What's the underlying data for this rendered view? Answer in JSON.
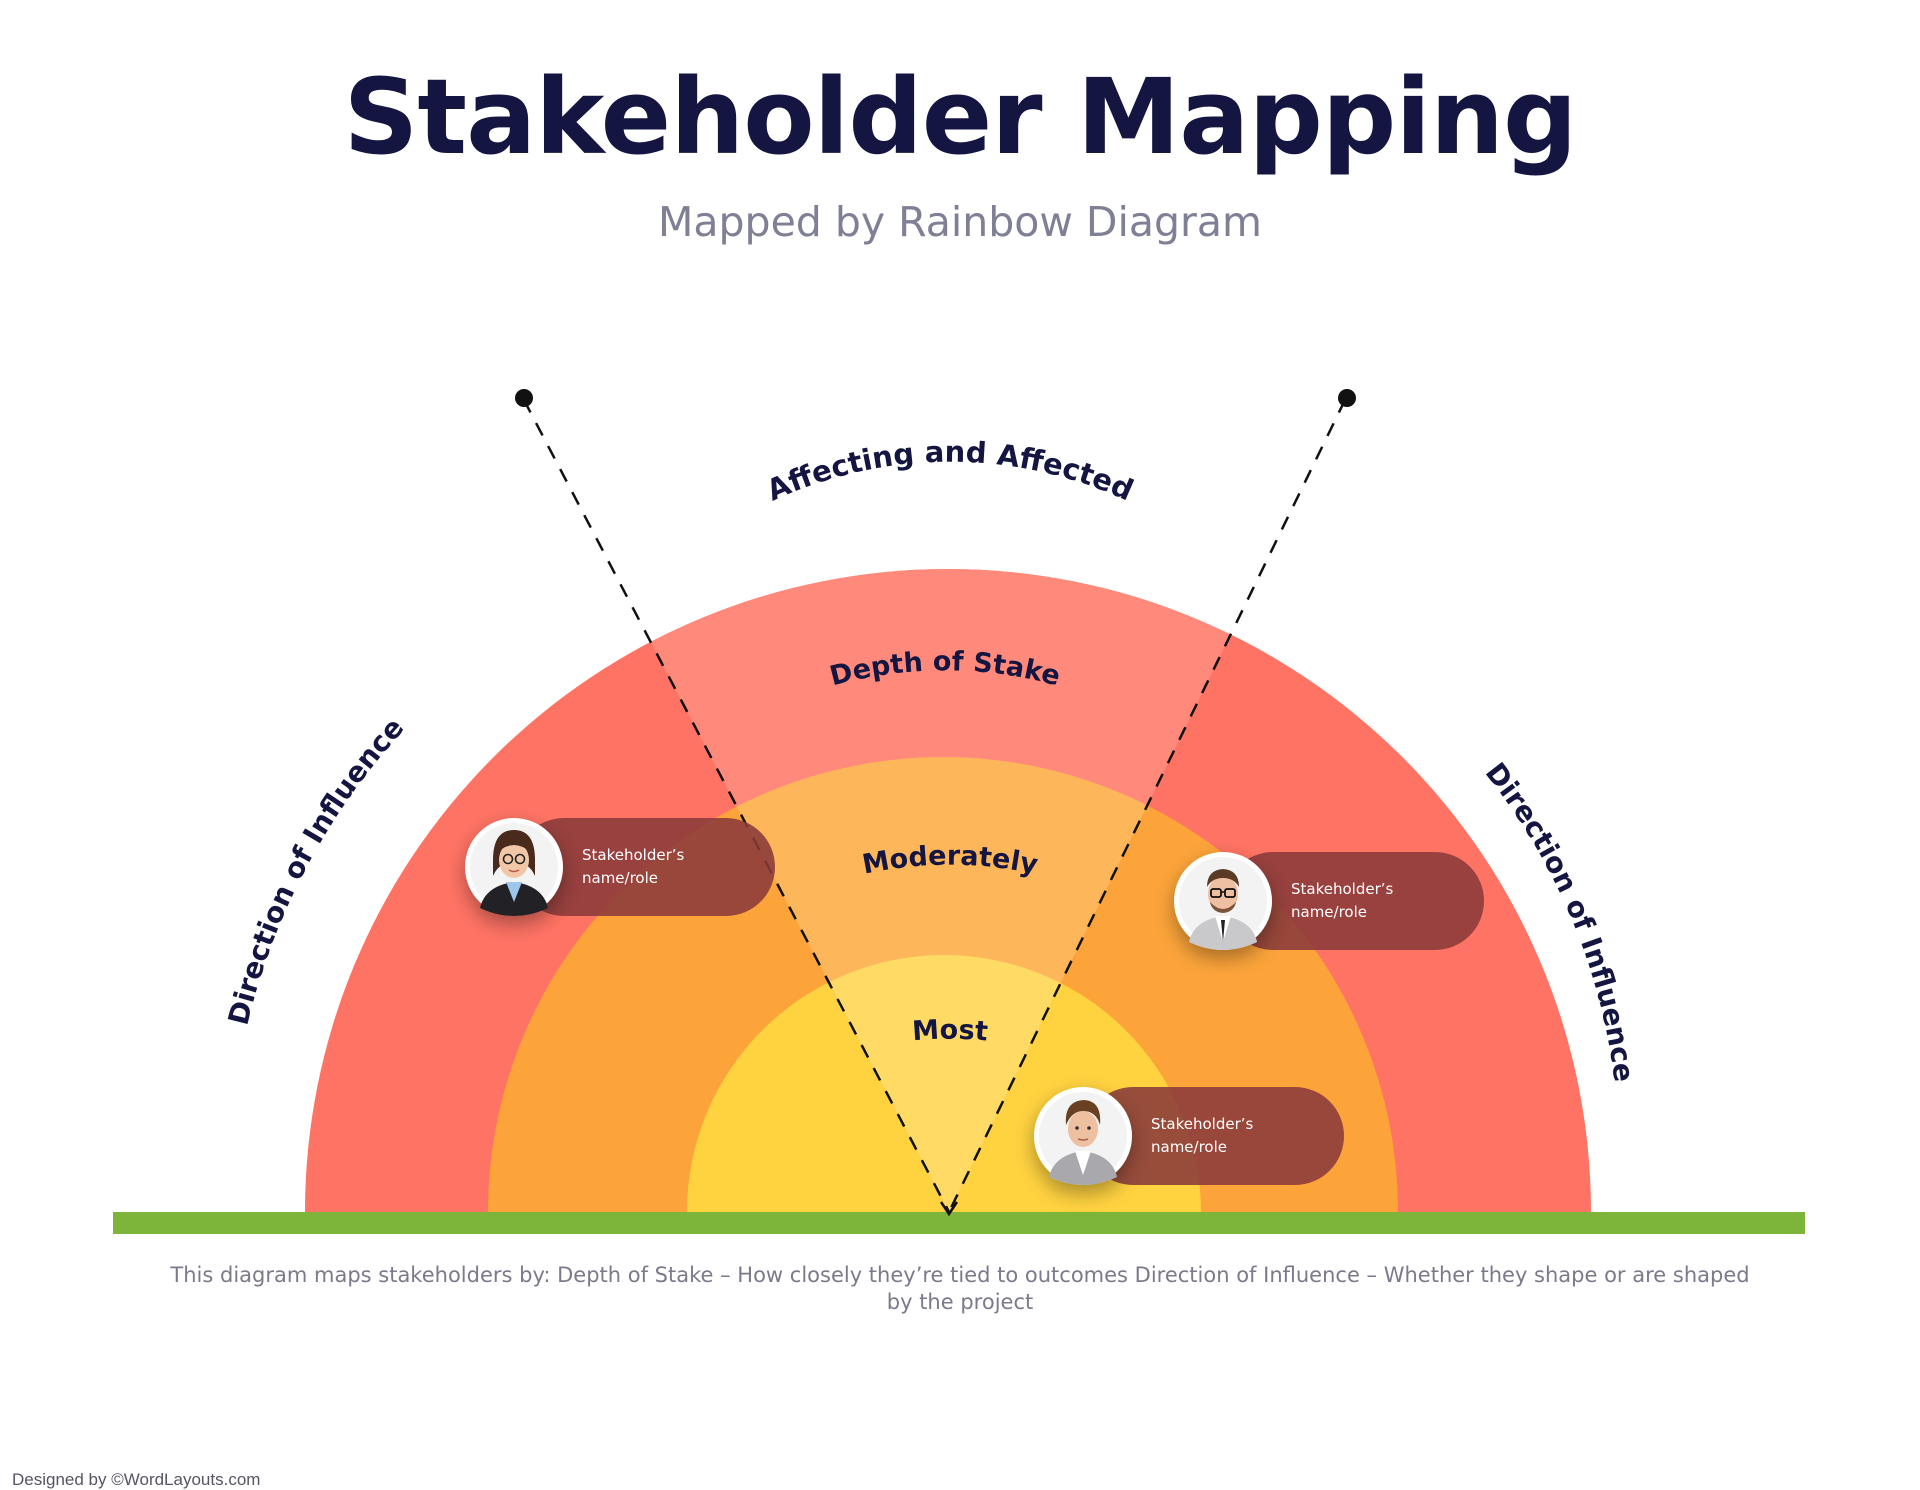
{
  "title": "Stakeholder Mapping",
  "subtitle": "Mapped by Rainbow Diagram",
  "labels": {
    "top": "Affecting and Affected",
    "outer": "Depth of Stake",
    "middle": "Moderately",
    "inner": "Most",
    "left_side": "Direction of Influence",
    "right_side": "Direction of Influence"
  },
  "cards": [
    {
      "line1": "Stakeholder’s",
      "line2": "name/role",
      "icon": "woman-avatar-icon"
    },
    {
      "line1": "Stakeholder’s",
      "line2": "name/role",
      "icon": "man-glasses-avatar-icon"
    },
    {
      "line1": "Stakeholder’s",
      "line2": "name/role",
      "icon": "man-avatar-icon"
    }
  ],
  "description": "This diagram maps stakeholders by: Depth of Stake – How closely they’re tied to outcomes Direction of Influence – Whether they shape or are shaped by the project",
  "credit": "Designed by ©WordLayouts.com",
  "colors": {
    "title": "#141641",
    "outer_ring": "#ff7364",
    "outer_highlight": "#ff8a7c",
    "middle_ring": "#fca43a",
    "middle_highlight": "#fdb65a",
    "inner_ring": "#ffd240",
    "inner_highlight": "#ffdb66",
    "ground": "#7cb53a",
    "card": "#8a3a3a"
  }
}
